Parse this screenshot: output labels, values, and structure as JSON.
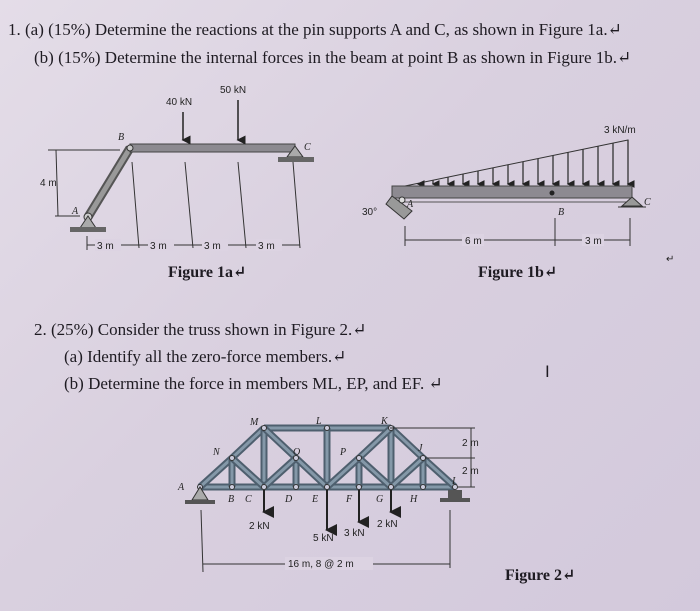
{
  "problem1": {
    "line_a": "1. (a) (15%) Determine the reactions at the pin supports A and C, as shown in Figure 1a.↵",
    "line_b": "(b) (15%) Determine the internal forces in the beam at point B as shown in Figure 1b.↵"
  },
  "figure1a": {
    "caption": "Figure 1a↵",
    "loads": [
      "40 kN",
      "50 kN"
    ],
    "points": [
      "A",
      "B",
      "C"
    ],
    "height": "4 m",
    "spans": [
      "3 m",
      "3 m",
      "3 m",
      "3 m"
    ]
  },
  "figure1b": {
    "caption": "Figure 1b↵",
    "load": "3 kN/m",
    "angle": "30°",
    "points": [
      "A",
      "B",
      "C"
    ],
    "spans": [
      "6 m",
      "3 m"
    ],
    "return_mark": "↵"
  },
  "problem2": {
    "title": "2. (25%) Consider the truss shown in Figure 2.↵",
    "part_a": "(a) Identify all the zero-force members.↵",
    "part_b": "(b) Determine the force in members ML, EP, and EF. ↵",
    "cursor": "I"
  },
  "figure2": {
    "caption": "Figure 2↵",
    "nodes_bottom": [
      "A",
      "B",
      "C",
      "D",
      "E",
      "F",
      "G",
      "H",
      "I"
    ],
    "nodes_top": [
      "N",
      "M",
      "O",
      "L",
      "P",
      "K",
      "J"
    ],
    "loads": [
      "2 kN",
      "5 kN",
      "3 kN",
      "2 kN"
    ],
    "heights": [
      "2 m",
      "2 m"
    ],
    "span": "16 m, 8 @ 2 m"
  }
}
